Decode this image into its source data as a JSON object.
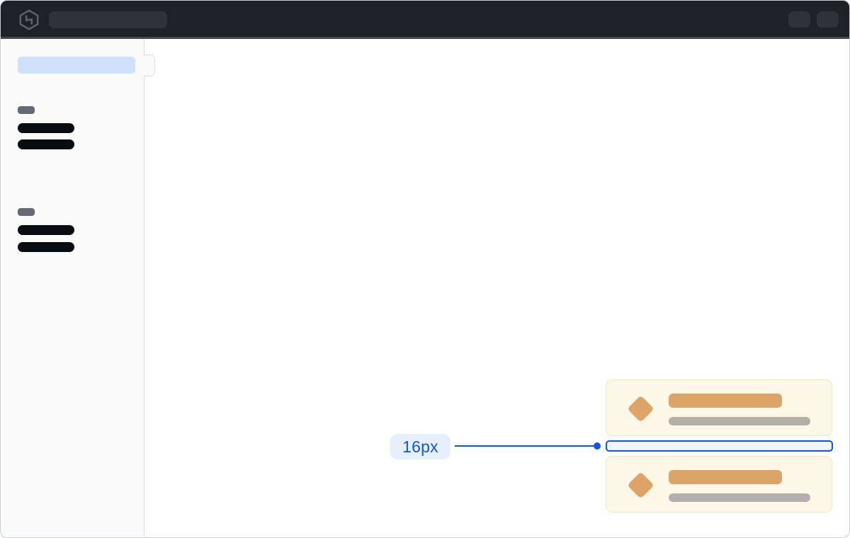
{
  "annotation": {
    "label": "16px",
    "accent_color": "#0c56e9",
    "pill_bg": "#e8effc",
    "highlight_fill": "#eef3fd"
  },
  "header": {
    "bg_color": "#1e2128",
    "skeleton_color": "#2d323b",
    "logo_icon": "hashicorp-logo",
    "skeletons": {
      "search_bar": 1,
      "buttons": 2
    }
  },
  "sidebar": {
    "bg_color": "#fafafa",
    "active_item_color": "#cfe2fc",
    "section_label_color": "#656b76",
    "item_color": "#090c11",
    "groups": [
      {
        "name": "group-1",
        "label_skeleton": 1,
        "item_skeletons": 2
      },
      {
        "name": "group-2",
        "label_skeleton": 1,
        "item_skeletons": 2
      }
    ]
  },
  "cards": {
    "count": 2,
    "bg_color": "#fdf7e7",
    "border_color": "#f3e6c4",
    "icon": "diamond-icon",
    "icon_color": "#dda468",
    "title_bar_color": "#dda468",
    "subtitle_bar_color": "#b2b0a9"
  }
}
